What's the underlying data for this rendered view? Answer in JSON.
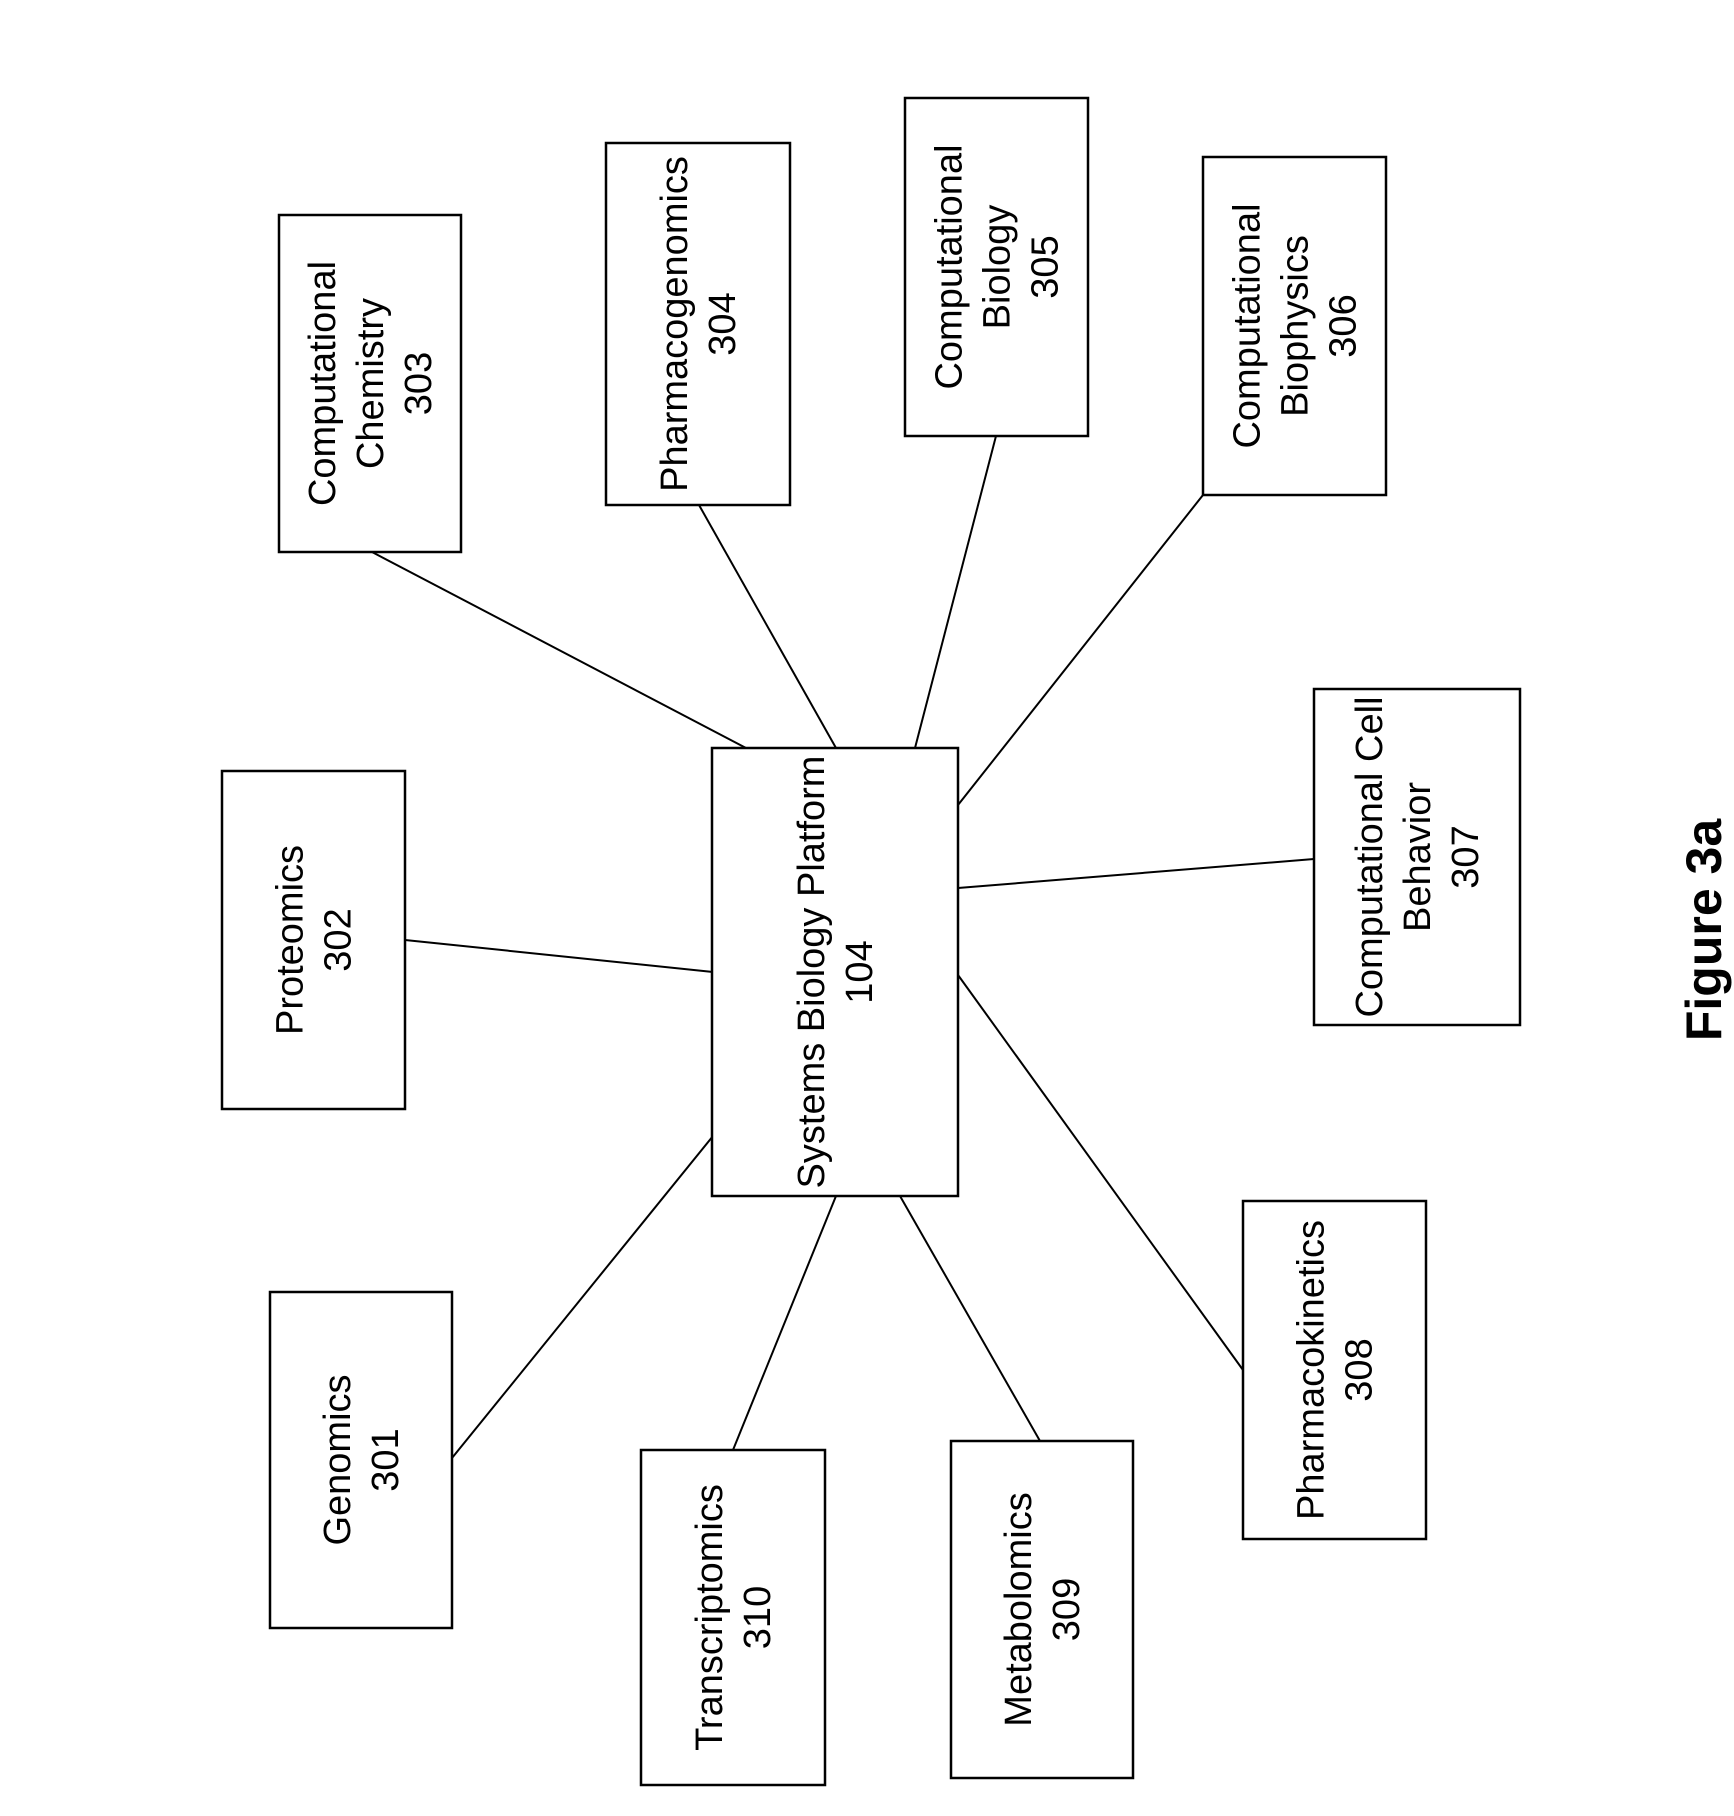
{
  "figure": {
    "caption": "Figure 3a"
  },
  "center": {
    "id": "systems-biology-platform",
    "lines": [
      "Systems Biology Platform",
      "104"
    ]
  },
  "nodes": [
    {
      "id": "genomics",
      "lines": [
        "Genomics",
        "301"
      ]
    },
    {
      "id": "proteomics",
      "lines": [
        "Proteomics",
        "302"
      ]
    },
    {
      "id": "computational-chemistry",
      "lines": [
        "Computational",
        "Chemistry",
        "303"
      ]
    },
    {
      "id": "pharmacogenomics",
      "lines": [
        "Pharmacogenomics",
        "304"
      ]
    },
    {
      "id": "computational-biology",
      "lines": [
        "Computational",
        "Biology",
        "305"
      ]
    },
    {
      "id": "computational-biophysics",
      "lines": [
        "Computational",
        "Biophysics",
        "306"
      ]
    },
    {
      "id": "computational-cell-behavior",
      "lines": [
        "Computational Cell",
        "Behavior",
        "307"
      ]
    },
    {
      "id": "pharmacokinetics",
      "lines": [
        "Pharmacokinetics",
        "308"
      ]
    },
    {
      "id": "metabolomics",
      "lines": [
        "Metabolomics",
        "309"
      ]
    },
    {
      "id": "transcriptomics",
      "lines": [
        "Transcriptomics",
        "310"
      ]
    }
  ]
}
